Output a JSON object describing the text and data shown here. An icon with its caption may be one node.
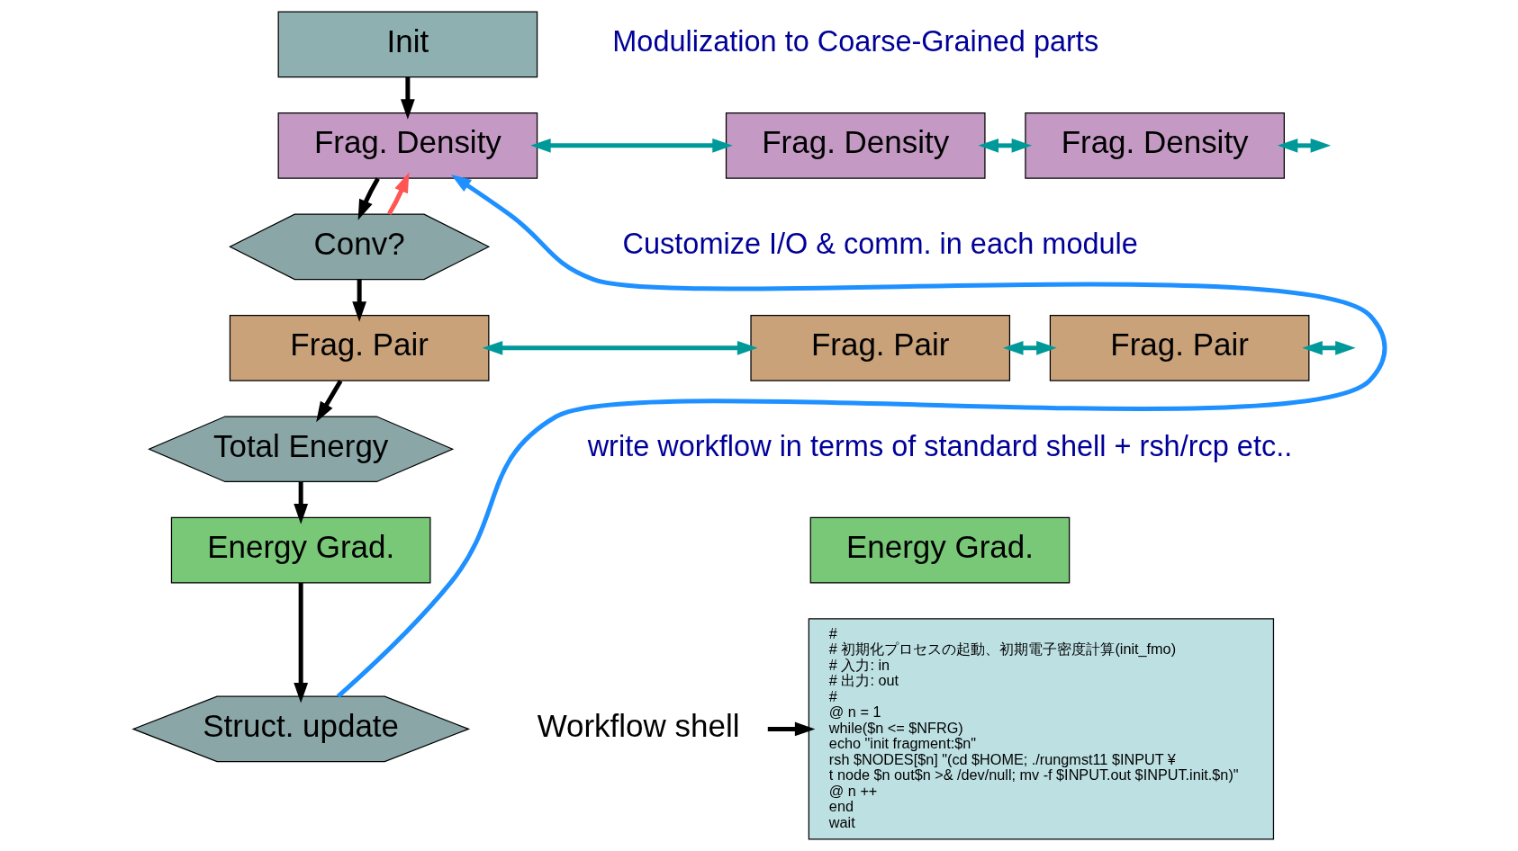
{
  "diagram": {
    "nodes": [
      {
        "text": [
          "Init"
        ]
      },
      {
        "text": [
          "Frag. Density"
        ]
      },
      {
        "text": [
          "Frag. Density"
        ]
      },
      {
        "text": [
          "Frag. Density"
        ]
      },
      {
        "text": [
          "Conv?"
        ]
      },
      {
        "text": [
          "Frag. Pair"
        ]
      },
      {
        "text": [
          "Frag. Pair"
        ]
      },
      {
        "text": [
          "Frag. Pair"
        ]
      },
      {
        "text": [
          "Total Energy"
        ]
      },
      {
        "text": [
          "Energy Grad."
        ]
      },
      {
        "text": [
          "Energy Grad."
        ]
      },
      {
        "text": [
          "Struct. update"
        ]
      },
      {
        "text": [
          "Workflow shell"
        ]
      },
      {
        "text": [
          "#",
          "# 初期化プロセスの起動、初期電子密度計算(init_fmo)",
          "# 入力: in",
          "# 出力: out",
          "#",
          "@ n = 1",
          "while($n <= $NFRG)",
          "echo \"init fragment:$n\"",
          "rsh $NODES[$n] \"(cd $HOME; ./rungmst11 $INPUT ¥",
          "t node $n out$n >& /dev/null; mv -f $INPUT.out $INPUT.init.$n)\"",
          "@ n ++",
          "end",
          "wait"
        ]
      }
    ],
    "edges": [
      {
        "from": 0,
        "to": 1,
        "arrow": "to"
      },
      {
        "from": 1,
        "to": 4,
        "arrow": "to"
      },
      {
        "from": 4,
        "to": 1,
        "arrow": "to",
        "color": "#ff5555"
      },
      {
        "from": 4,
        "to": 5,
        "arrow": "to"
      },
      {
        "from": 5,
        "to": 8,
        "arrow": "to"
      },
      {
        "from": 8,
        "to": 9,
        "arrow": "to"
      },
      {
        "from": 9,
        "to": 11,
        "arrow": "to"
      },
      {
        "from": 11,
        "to": 1,
        "arrow": "to",
        "color": "#1e90ff"
      },
      {
        "from": 1,
        "to": 2,
        "arrow": "both",
        "color": "#009999"
      },
      {
        "from": 2,
        "to": 3,
        "arrow": "both",
        "color": "#009999"
      },
      {
        "from": 3,
        "to": null,
        "arrow": "both",
        "color": "#009999"
      },
      {
        "from": 5,
        "to": 6,
        "arrow": "both",
        "color": "#009999"
      },
      {
        "from": 6,
        "to": 7,
        "arrow": "both",
        "color": "#009999"
      },
      {
        "from": 7,
        "to": null,
        "arrow": "both",
        "color": "#009999"
      },
      {
        "from": 12,
        "to": 13,
        "arrow": "to"
      }
    ],
    "labels": [
      "Modulization to Coarse-Grained parts",
      "Customize I/O & comm. in each module",
      "write workflow in terms of standard shell + rsh/rcp etc.."
    ]
  }
}
